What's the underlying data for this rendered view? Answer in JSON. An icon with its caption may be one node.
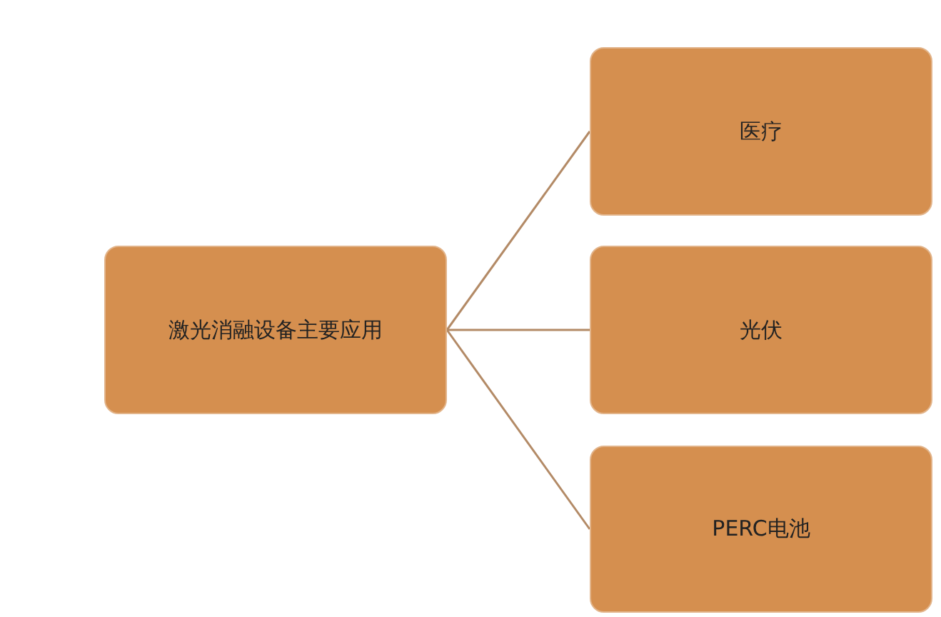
{
  "diagram": {
    "nodes": [
      {
        "text": [
          "激光消融设备主要应用"
        ]
      },
      {
        "text": [
          "医疗"
        ]
      },
      {
        "text": [
          "光伏"
        ]
      },
      {
        "text": [
          "PERC电池"
        ]
      }
    ],
    "edges": [
      {
        "from": 0,
        "to": 1,
        "arrow": "none"
      },
      {
        "from": 0,
        "to": 2,
        "arrow": "none"
      },
      {
        "from": 0,
        "to": 3,
        "arrow": "none"
      }
    ]
  }
}
